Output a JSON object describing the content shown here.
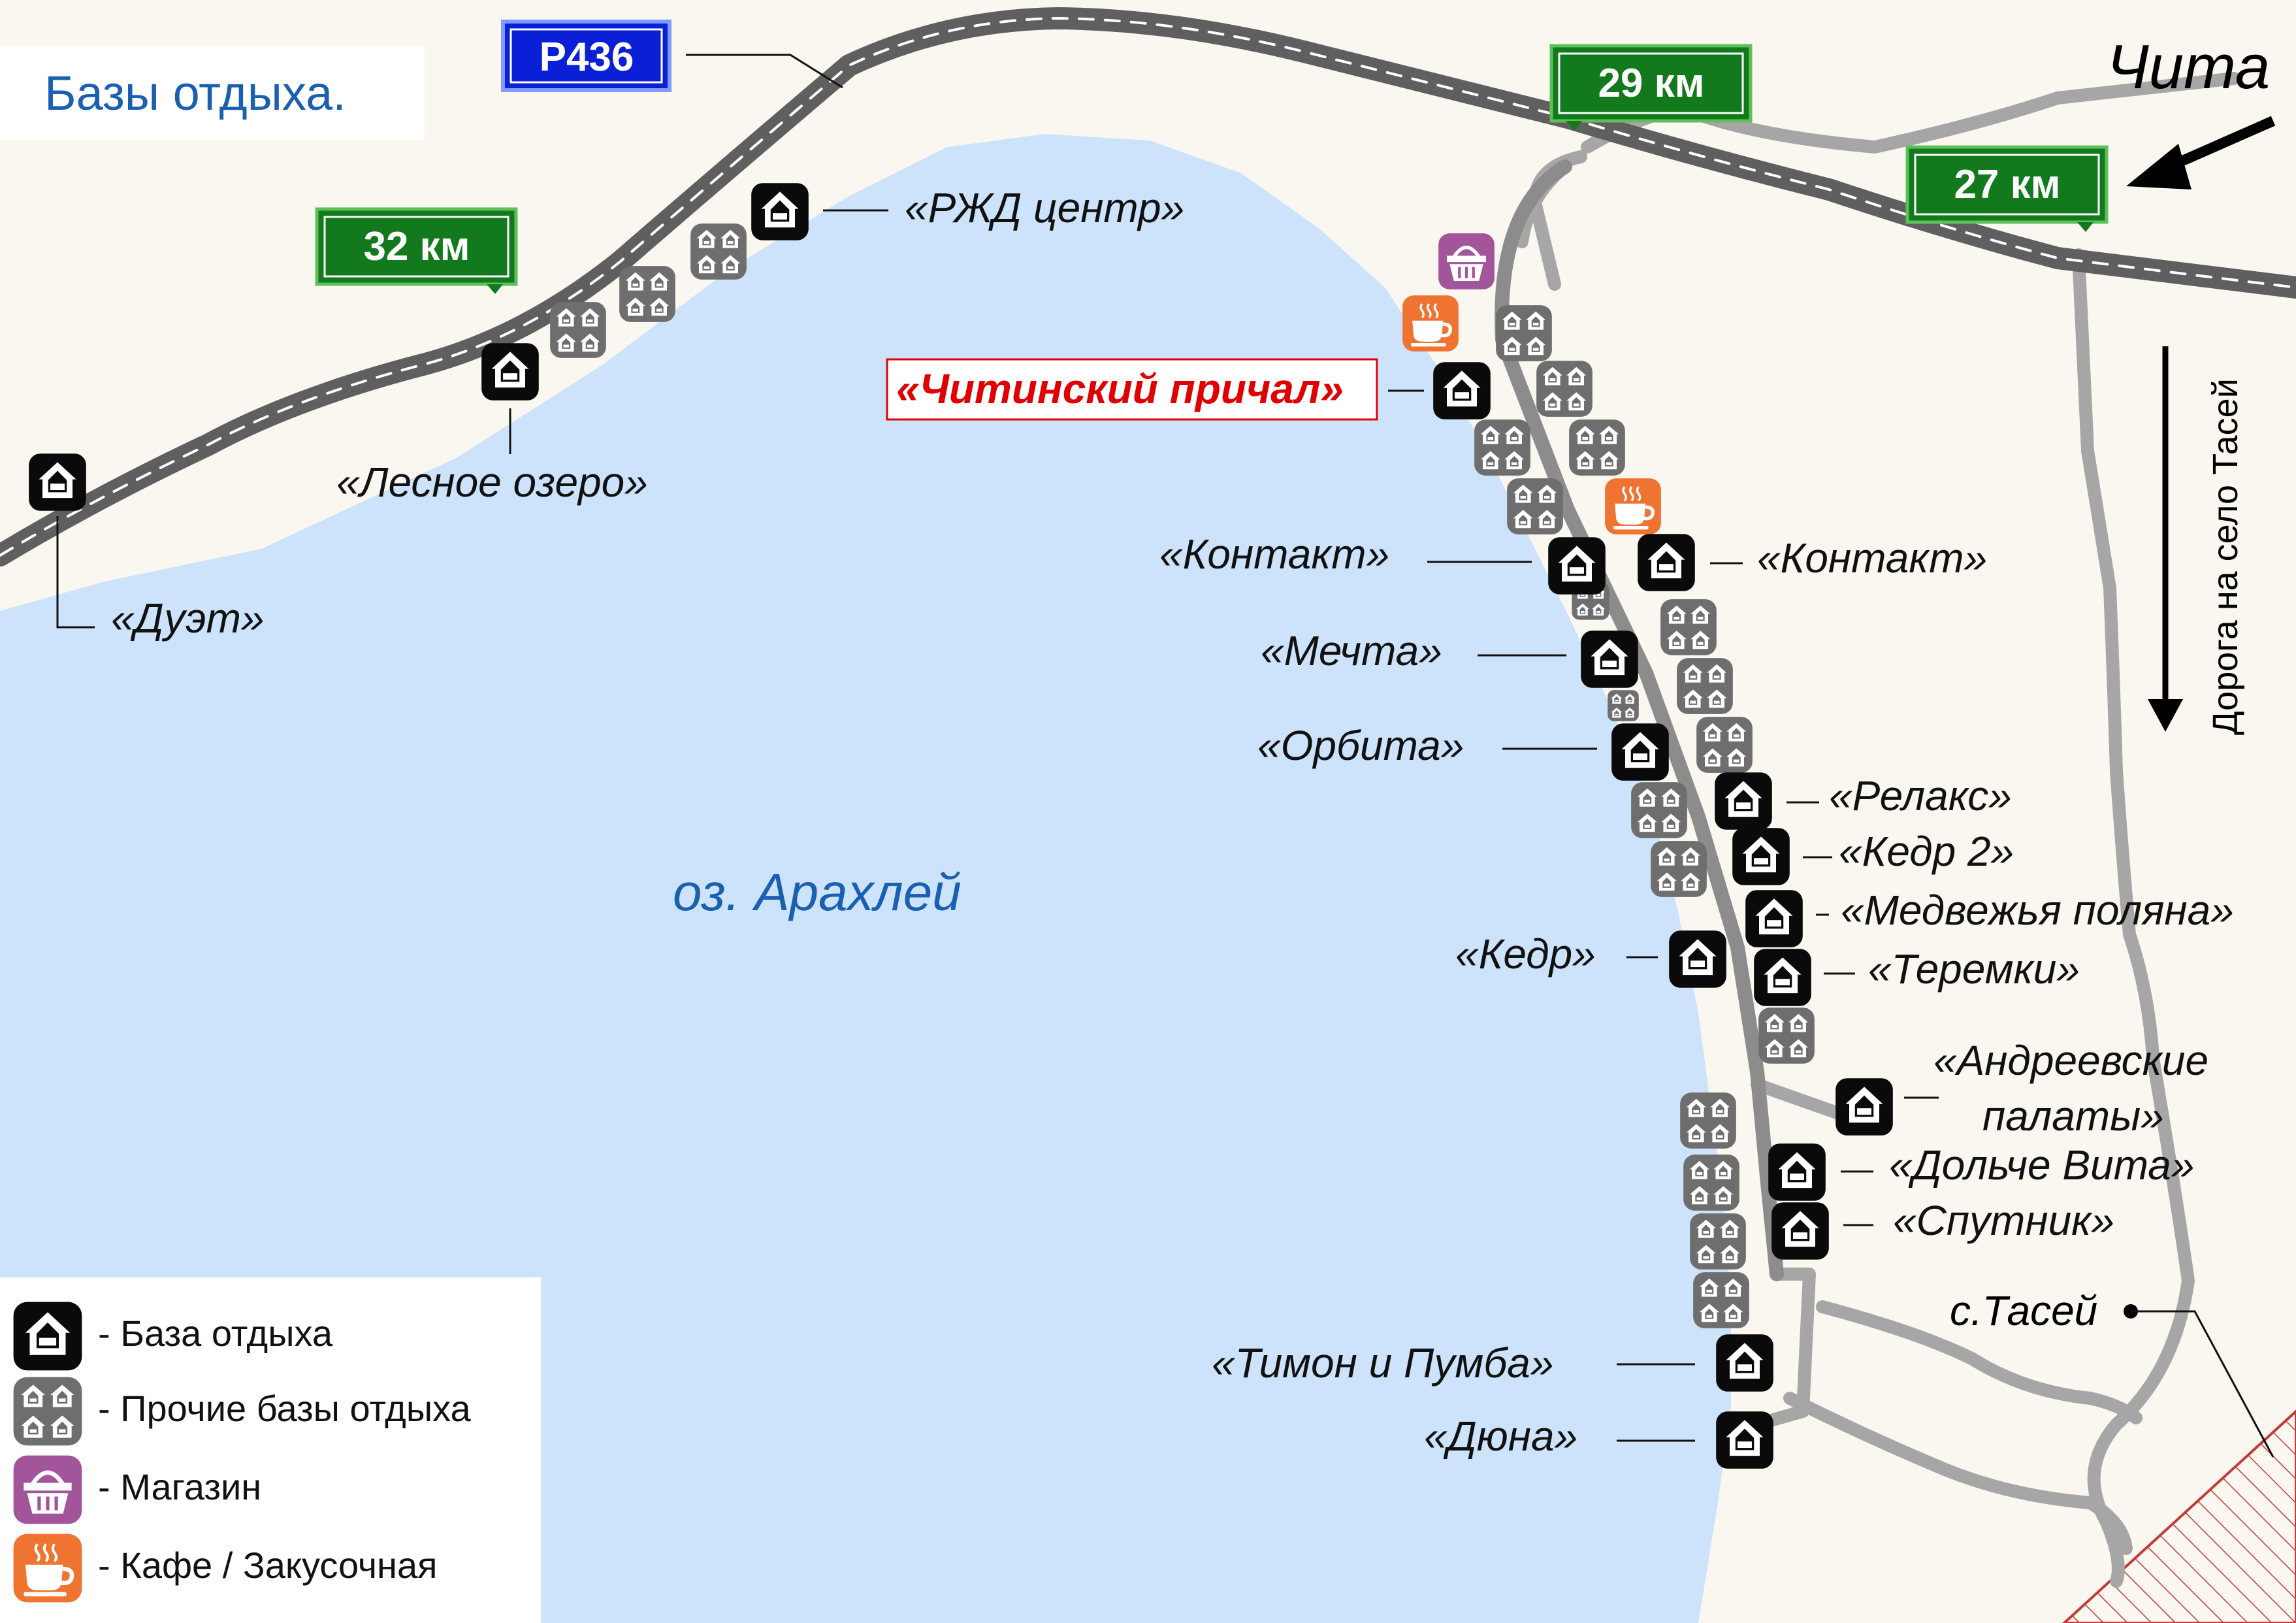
{
  "title": "Базы отдыха.",
  "lake_name": "оз. Арахлей",
  "highway": "Р436",
  "km_markers": [
    "32 км",
    "29 км",
    "27 км"
  ],
  "city": "Чита",
  "side_road_label": "Дорога на село Тасей",
  "village": "с.Тасей",
  "bases": [
    {
      "name": "«Дуэт»"
    },
    {
      "name": "«Лесное озеро»"
    },
    {
      "name": "«РЖД центр»"
    },
    {
      "name": "«Читинский причал»",
      "highlight": true
    },
    {
      "name": "«Контакт»"
    },
    {
      "name": "«Контакт»"
    },
    {
      "name": "«Мечта»"
    },
    {
      "name": "«Орбита»"
    },
    {
      "name": "«Релакс»"
    },
    {
      "name": "«Кедр 2»"
    },
    {
      "name": "«Медвежья поляна»"
    },
    {
      "name": "«Кедр»"
    },
    {
      "name": "«Теремки»"
    },
    {
      "name": "«Андреевские",
      "line2": "палаты»"
    },
    {
      "name": "«Дольче Вита»"
    },
    {
      "name": "«Спутник»"
    },
    {
      "name": "«Тимон и Пумба»"
    },
    {
      "name": "«Дюна»"
    }
  ],
  "legend": [
    {
      "icon": "base-icon",
      "text": "- База отдыха"
    },
    {
      "icon": "other-bases-icon",
      "text": "- Прочие базы отдыха"
    },
    {
      "icon": "shop-icon",
      "text": "- Магазин"
    },
    {
      "icon": "cafe-icon",
      "text": "- Кафе / Закусочная"
    }
  ],
  "colors": {
    "land": "#faf7f0",
    "water": "#cde3fb",
    "road": "#5f5f5f",
    "minor_road": "#a6a6a6",
    "km_sign": "#127a1c",
    "highway_sign": "#0a1fd6",
    "base_icon": "#0a0a0a",
    "other_icon": "#6e6e6e",
    "shop": "#a2559a",
    "cafe": "#ef7331",
    "highlight": "#e00000",
    "title": "#1a5fb0"
  }
}
